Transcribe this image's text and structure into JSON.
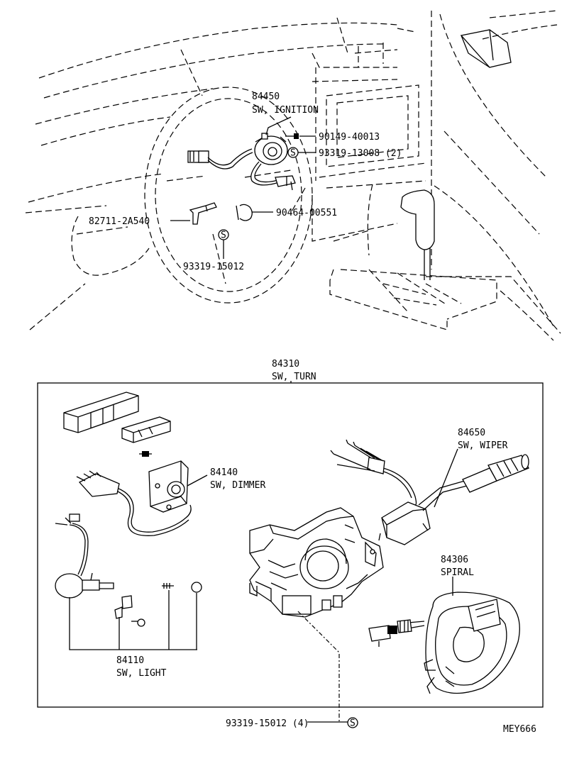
{
  "colors": {
    "ink": "#000000",
    "paper": "#ffffff"
  },
  "labels": {
    "ignition_part": "84450",
    "ignition_name": "SW, IGNITION",
    "bolt_part": "90149-40013",
    "screw_part_ign": "93319-13008 (2)",
    "bracket_part": "82711-2A540",
    "clip_part": "90464-00551",
    "screw_part_lower": "93319-15012",
    "turn_part": "84310",
    "turn_name": "SW, TURN",
    "wiper_part": "84650",
    "wiper_name": "SW, WIPER",
    "dimmer_part": "84140",
    "dimmer_name": "SW, DIMMER",
    "spiral_part": "84306",
    "spiral_name": "SPIRAL",
    "light_part": "84110",
    "light_name": "SW, LIGHT",
    "bottom_screw": "93319-15012 (4)",
    "ref_code": "MEY666",
    "s_symbol": "S"
  }
}
